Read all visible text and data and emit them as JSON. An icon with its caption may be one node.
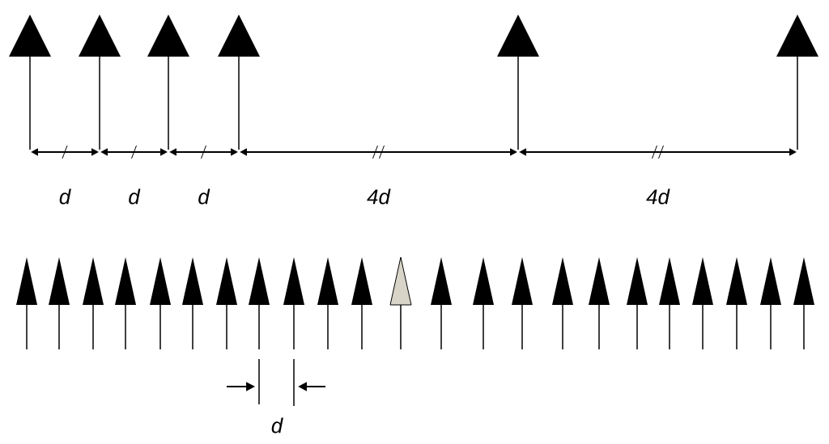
{
  "diagram": {
    "labels": [
      "d",
      "d",
      "d",
      "4d",
      "4d",
      "d"
    ]
  }
}
